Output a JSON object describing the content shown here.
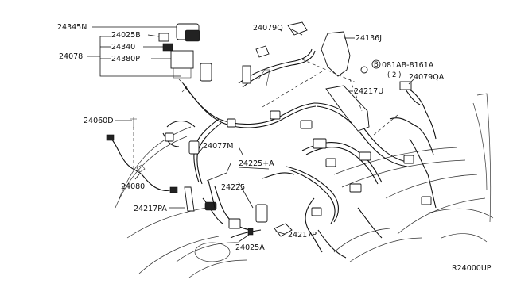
{
  "diagram": {
    "ref_code": "R24000UP",
    "labels": {
      "p24345N": "24345N",
      "p24025B": "24025B",
      "p24340": "24340",
      "p24078": "24078",
      "p24380P": "24380P",
      "p24079Q": "24079Q",
      "p24136J": "24136J",
      "bolt_code": "081AB-8161A",
      "bolt_qty": "( 2 )",
      "bolt_symbol": "B",
      "p24079QA": "24079QA",
      "p24217U": "24217U",
      "p24060D": "24060D",
      "p24077M": "24077M",
      "p24225A": "24225+A",
      "p24080": "24080",
      "p24225": "24225",
      "p24217PA": "24217PA",
      "p24217P": "24217P",
      "p24025A": "24025A"
    }
  }
}
